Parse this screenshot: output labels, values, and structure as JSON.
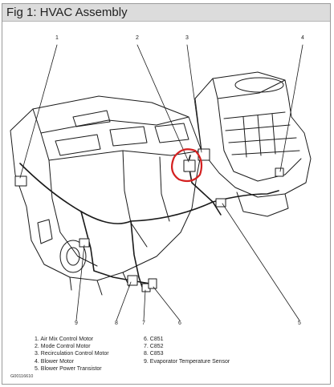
{
  "figure": {
    "title": "Fig 1: HVAC Assembly",
    "drawing_number": "G00116610"
  },
  "callouts": [
    {
      "id": "c1",
      "label": "1"
    },
    {
      "id": "c2",
      "label": "2"
    },
    {
      "id": "c3",
      "label": "3"
    },
    {
      "id": "c4",
      "label": "4"
    },
    {
      "id": "c5",
      "label": "5"
    },
    {
      "id": "c6",
      "label": "6"
    },
    {
      "id": "c7",
      "label": "7"
    },
    {
      "id": "c8",
      "label": "8"
    },
    {
      "id": "c9",
      "label": "9"
    }
  ],
  "legend": {
    "left": [
      "1. Air Mix Control Motor",
      "2. Mode Control Motor",
      "3. Recirculation Control Motor",
      "4. Blower Motor",
      "5. Blower Power Transistor"
    ],
    "right": [
      "6. C851",
      "7. C852",
      "8. C853",
      "9. Evaporator Temperature Sensor"
    ]
  },
  "colors": {
    "line": "#1a1a1a",
    "highlight_circle": "#d42020",
    "title_bar": "#dcdcdc"
  }
}
